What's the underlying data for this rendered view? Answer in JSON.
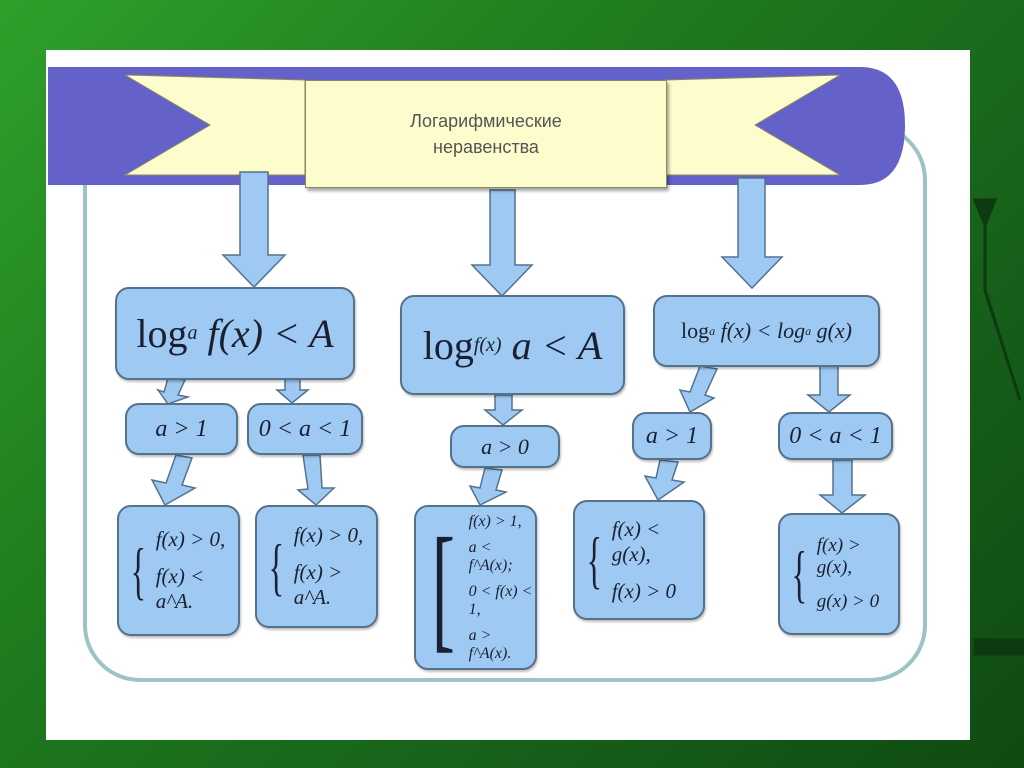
{
  "title": {
    "line1": "Логарифмические",
    "line2": "неравенства"
  },
  "colors": {
    "box": "#9dc9f3",
    "banner": "#6461c8",
    "scroll": "#fcfccc",
    "background": "#1f7d1f"
  },
  "branch1": {
    "main": {
      "log": "log",
      "base": "a",
      "rest": "f(x) < A"
    },
    "case1": "a > 1",
    "case2": "0 < a < 1",
    "sys1": [
      "f(x) > 0,",
      "f(x) < a^A."
    ],
    "sys2": [
      "f(x) > 0,",
      "f(x) > a^A."
    ]
  },
  "branch2": {
    "main": {
      "log": "log",
      "base": "f(x)",
      "rest": "a < A"
    },
    "case": "a > 0",
    "sys": [
      "f(x) > 1,",
      "a < f^A(x);",
      "0 < f(x) < 1,",
      "a > f^A(x)."
    ]
  },
  "branch3": {
    "main": {
      "log": "log",
      "base": "a",
      "mid": "f(x) < log",
      "base2": "a",
      "rest": "g(x)"
    },
    "case1": "a > 1",
    "case2": "0 < a < 1",
    "sys1": [
      "f(x) < g(x),",
      "f(x) > 0"
    ],
    "sys2": [
      "f(x) > g(x),",
      "g(x) > 0"
    ]
  }
}
